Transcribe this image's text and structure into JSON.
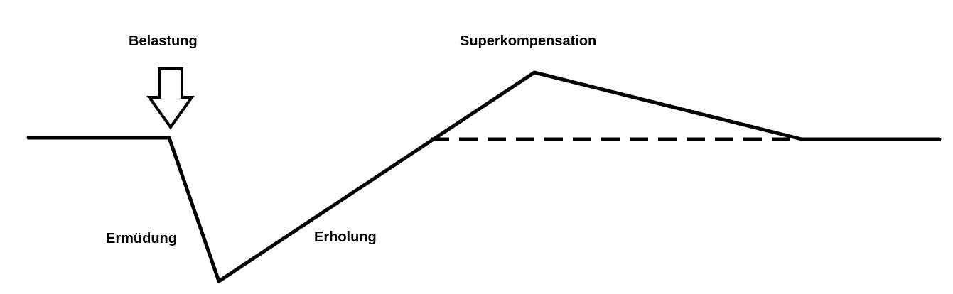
{
  "labels": {
    "load": "Belastung",
    "supercompensation": "Superkompensation",
    "fatigue": "Ermüdung",
    "recovery": "Erholung"
  },
  "colors": {
    "line": "#000000",
    "background": "#ffffff",
    "arrow_fill": "#ffffff"
  },
  "icons": {
    "load_indicator": "down-arrow-icon"
  }
}
